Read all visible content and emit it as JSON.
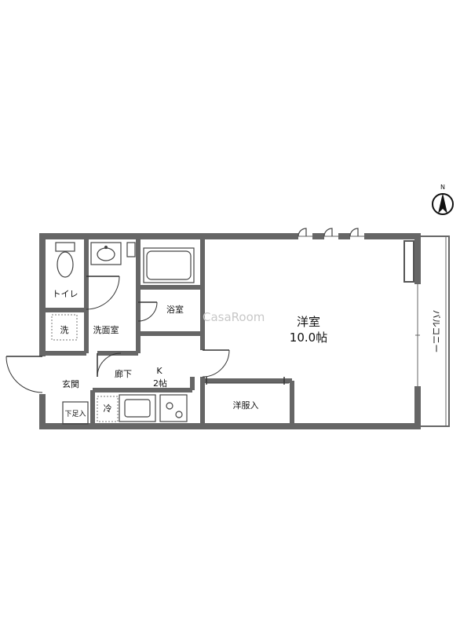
{
  "labels": {
    "toilet": "トイレ",
    "washroom": "洗面室",
    "washer": "洗",
    "bathroom": "浴室",
    "entrance": "玄関",
    "shoe_box": "下足入",
    "hallway": "廊下",
    "kitchen": "K",
    "kitchen_size": "2帖",
    "fridge": "冷",
    "western_room": "洋室",
    "western_room_size": "10.0帖",
    "closet": "洋服入",
    "balcony": "バルコニー"
  },
  "compass": {
    "north": "N"
  },
  "watermark": "CasaRoom"
}
